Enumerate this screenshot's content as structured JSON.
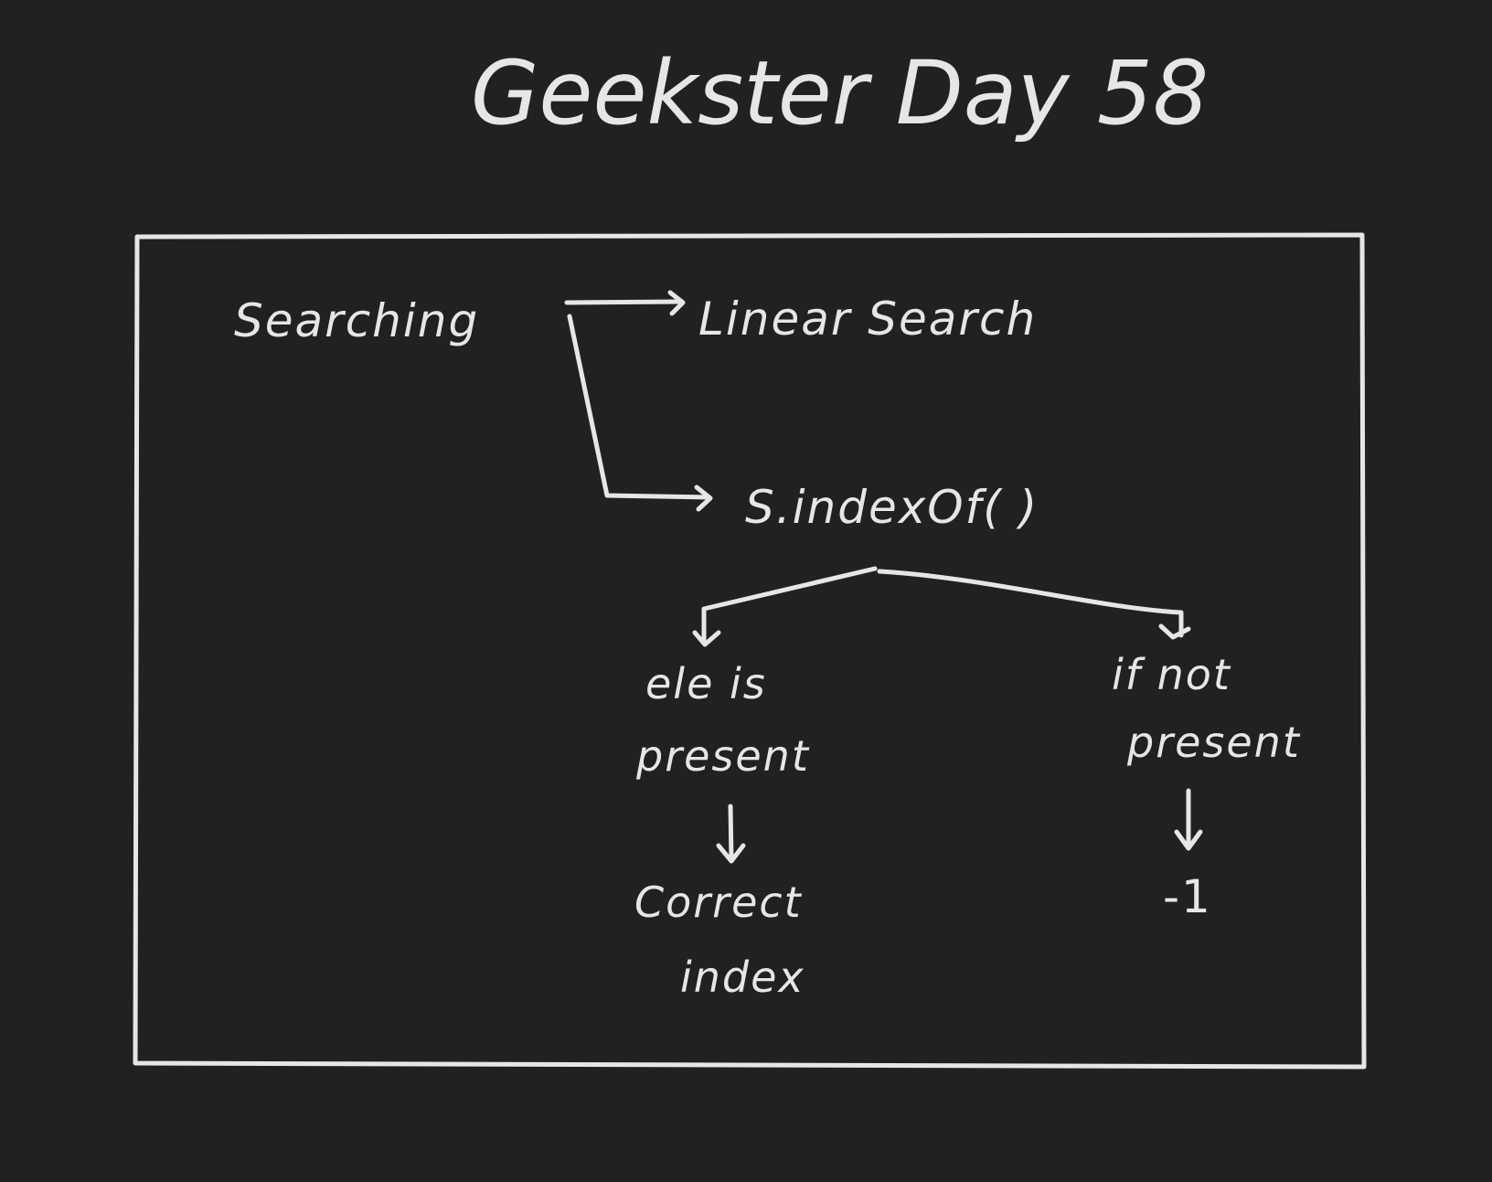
{
  "title": "Geekster Day 58",
  "nodes": {
    "root": "Searching",
    "linear": "Linear Search",
    "indexof": "S.indexOf( )",
    "present_line1": "ele is",
    "present_line2": "present",
    "present_result_line1": "Correct",
    "present_result_line2": "index",
    "absent_line1": "if not",
    "absent_line2": "present",
    "absent_result": "-1"
  },
  "colors": {
    "background": "#212121",
    "ink": "#e6e6e6"
  }
}
